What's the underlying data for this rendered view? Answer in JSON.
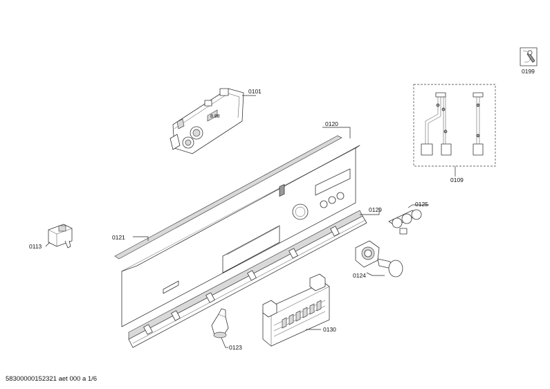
{
  "labels": {
    "p0101": "0101",
    "p0109": "0109",
    "p0113": "0113",
    "p0120": "0120",
    "p0121": "0121",
    "p0123": "0123",
    "p0124": "0124",
    "p0125": "0125",
    "p0129": "0129",
    "p0130": "0130",
    "p0199": "0199"
  },
  "footer": "58300000152321 aet 000 a 1/6",
  "icons": {
    "service": "wrench-icon"
  }
}
